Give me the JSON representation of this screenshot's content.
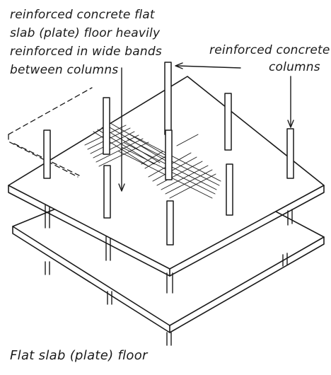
{
  "annotations": {
    "slab_label": [
      "reinforced concrete flat",
      "slab (plate) floor heavily",
      "reinforced in wide bands",
      "between columns"
    ],
    "column_label": [
      "reinforced concrete",
      "columns"
    ]
  },
  "caption": "Flat slab (plate) floor"
}
